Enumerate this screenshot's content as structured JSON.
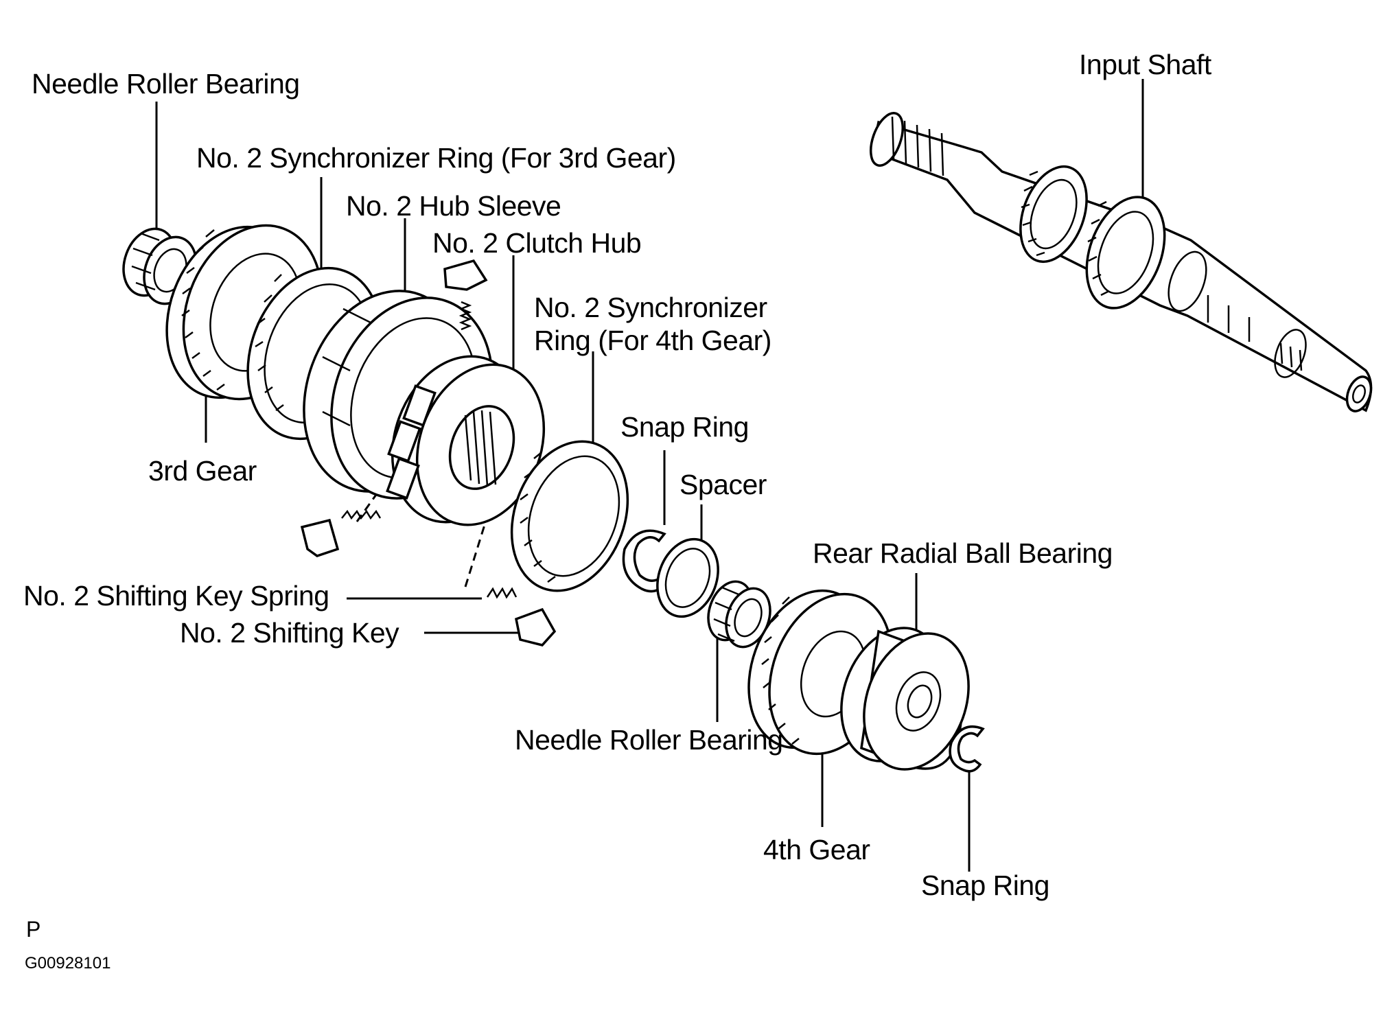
{
  "labels": {
    "needle_roller_bearing_top": "Needle Roller Bearing",
    "sync_ring_3rd": "No. 2 Synchronizer Ring (For 3rd Gear)",
    "hub_sleeve": "No. 2 Hub Sleeve",
    "clutch_hub": "No. 2 Clutch Hub",
    "sync_ring_4th_line1": "No. 2 Synchronizer",
    "sync_ring_4th_line2": "Ring (For 4th Gear)",
    "third_gear": "3rd Gear",
    "snap_ring_upper": "Snap Ring",
    "spacer": "Spacer",
    "input_shaft": "Input Shaft",
    "rear_radial_ball_bearing": "Rear Radial Ball Bearing",
    "shifting_key_spring": "No. 2 Shifting Key Spring",
    "shifting_key": "No. 2 Shifting Key",
    "needle_roller_bearing_bottom": "Needle Roller Bearing",
    "fourth_gear": "4th Gear",
    "snap_ring_lower": "Snap Ring"
  },
  "footer": {
    "view_code": "P",
    "figure_id": "G00928101"
  }
}
